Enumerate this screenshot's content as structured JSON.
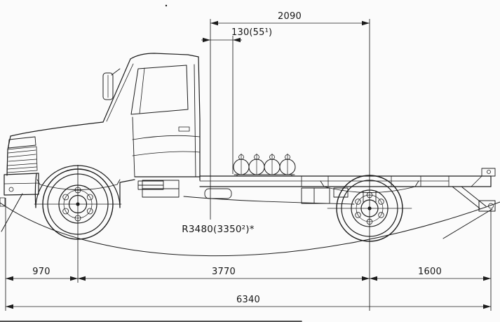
{
  "drawing": {
    "title": "truck-chassis-side-view",
    "line_color": "#1c1c1c",
    "background": "#fbfbfb",
    "dimensions": {
      "top_span": "2090",
      "cab_offset": "130(55¹)",
      "turning_radius": "R3480(3350²)*",
      "front_overhang": "970",
      "wheelbase": "3770",
      "rear_overhang": "1600",
      "overall_length": "6340"
    }
  }
}
